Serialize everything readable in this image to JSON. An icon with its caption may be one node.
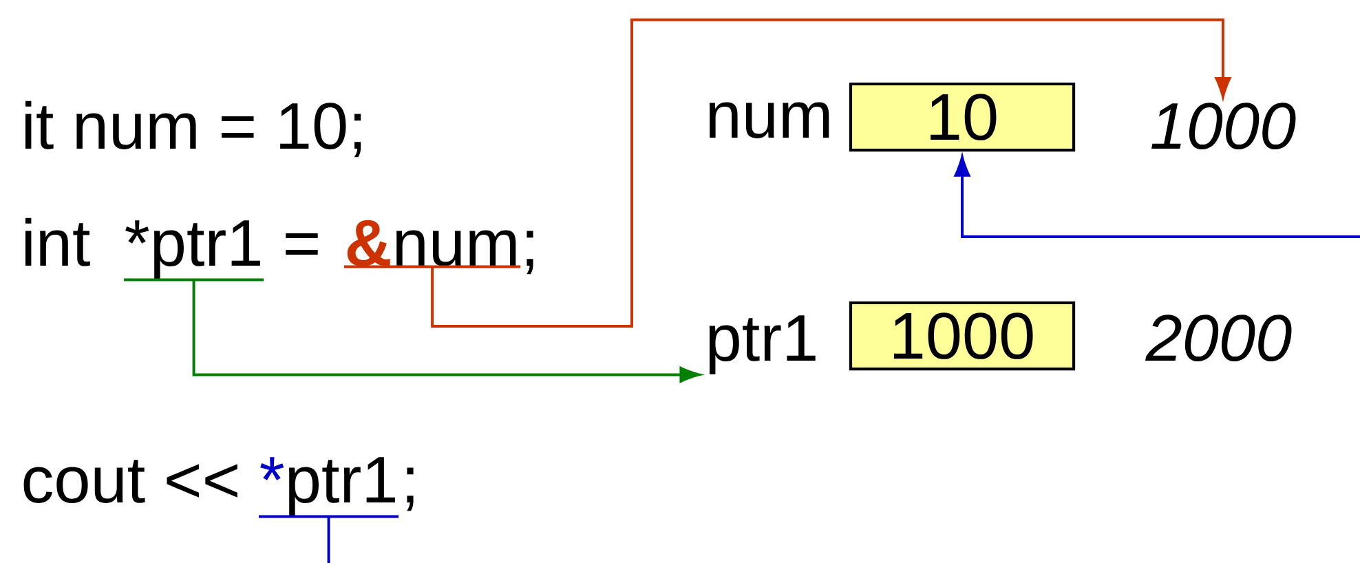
{
  "diagram": {
    "nodes": [
      {
        "text": [
          "*ptr1"
        ]
      },
      {
        "text": [
          "&",
          "num"
        ]
      },
      {
        "text": [
          "10"
        ]
      },
      {
        "text": [
          "1000"
        ]
      },
      {
        "text": [
          "ptr1"
        ]
      },
      {
        "text": [
          "1000"
        ]
      },
      {
        "text": [
          "*",
          "ptr1"
        ]
      }
    ],
    "edges": [
      {
        "from": 1,
        "to": 3,
        "arrow": "to",
        "color": "#cc3300"
      },
      {
        "from": 0,
        "to": 4,
        "arrow": "to",
        "color": "#008000"
      },
      {
        "from": 6,
        "to": null,
        "arrow": "none",
        "color": "#0000cc"
      },
      {
        "from": null,
        "to": 2,
        "arrow": "to",
        "color": "#0000cc"
      }
    ],
    "labels": [
      "it num = 10;",
      "int",
      "=",
      ";",
      "num",
      "2000",
      "cout <<",
      ";"
    ]
  }
}
